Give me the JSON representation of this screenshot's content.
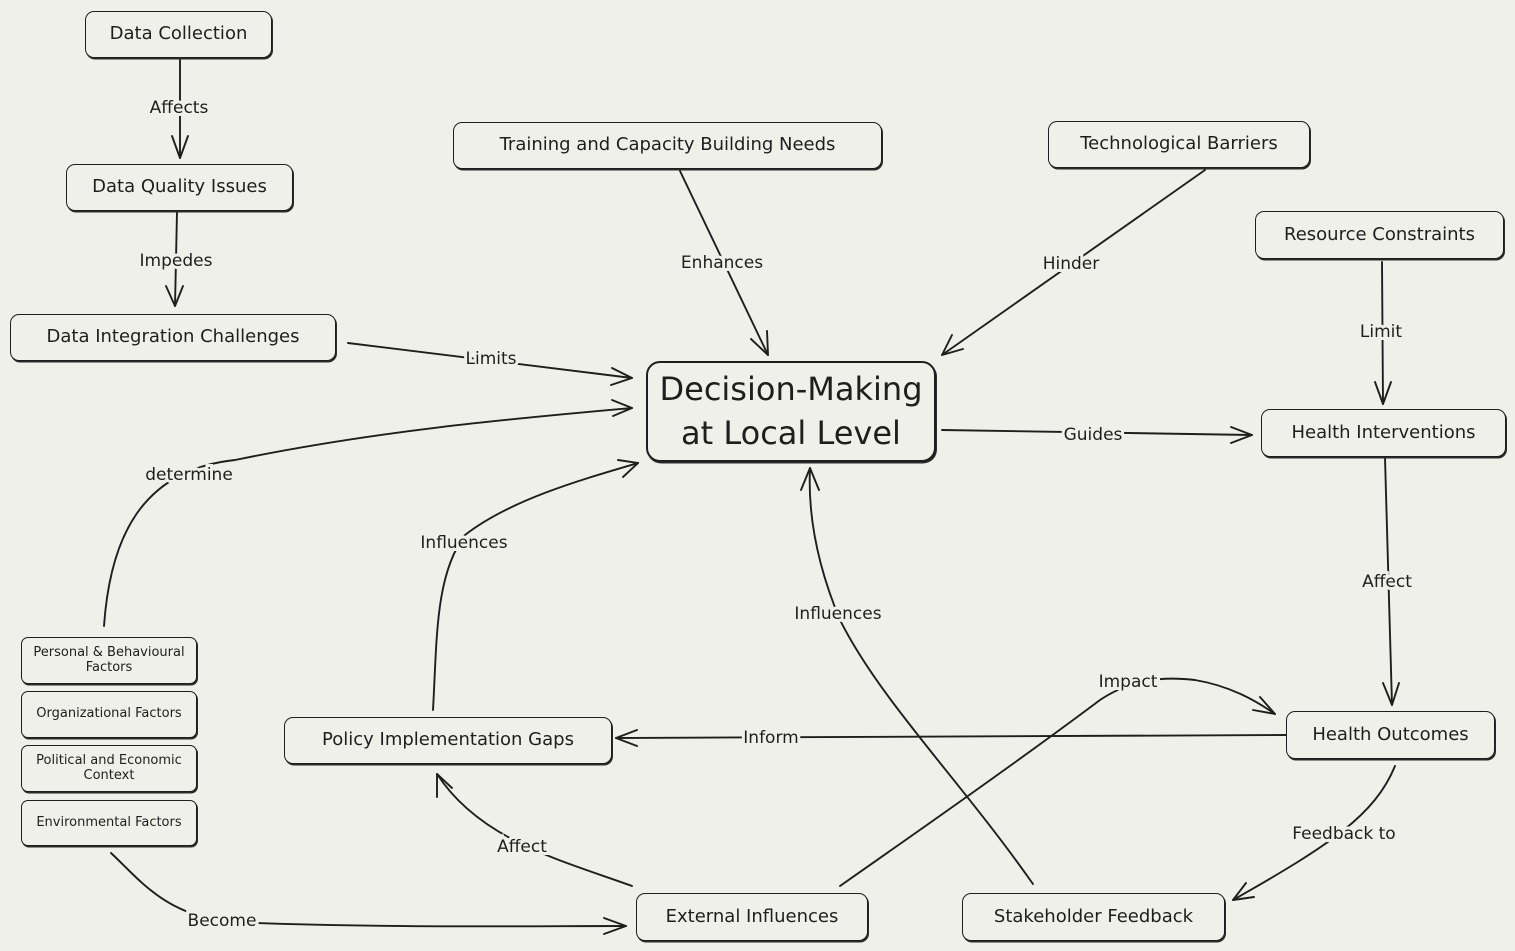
{
  "nodes": {
    "data_collection": "Data Collection",
    "data_quality": "Data Quality Issues",
    "data_integration": "Data Integration Challenges",
    "training": "Training and Capacity Building Needs",
    "tech_barriers": "Technological Barriers",
    "resource_constraints": "Resource Constraints",
    "center_line1": "Decision-Making",
    "center_line2": "at Local Level",
    "health_interventions": "Health Interventions",
    "health_outcomes": "Health Outcomes",
    "policy_gaps": "Policy Implementation Gaps",
    "external_influences": "External Influences",
    "stakeholder_feedback": "Stakeholder Feedback",
    "personal_factors": "Personal & Behavioural Factors",
    "organizational_factors": "Organizational Factors",
    "political_context": "Political and Economic Context",
    "environmental_factors": "Environmental Factors"
  },
  "edge_labels": {
    "affects": "Affects",
    "impedes": "Impedes",
    "limits": "Limits",
    "enhances": "Enhances",
    "hinder": "Hinder",
    "limit": "Limit",
    "guides": "Guides",
    "affect_outcomes": "Affect",
    "determine": "determine",
    "influences_policy": "Influences",
    "influences_feedback": "Influences",
    "impact": "Impact",
    "inform": "Inform",
    "feedback_to": "Feedback to",
    "affect_policy": "Affect",
    "become": "Become"
  }
}
